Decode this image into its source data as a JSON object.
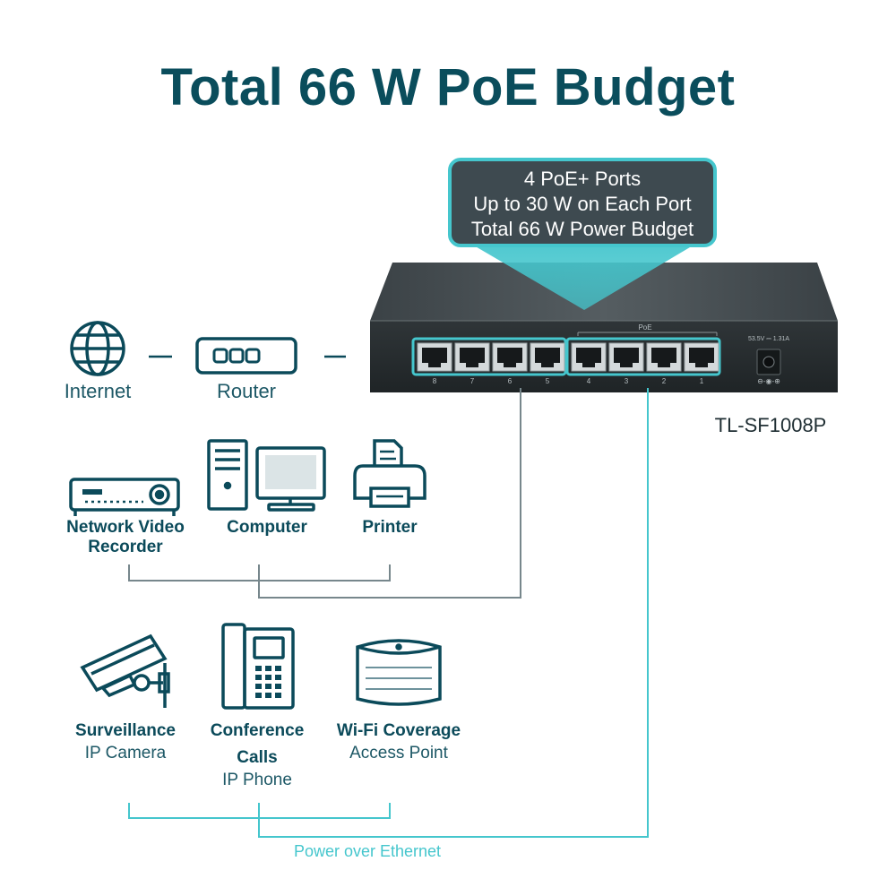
{
  "title": "Total 66 W PoE Budget",
  "callout": {
    "line1": "4 PoE+ Ports",
    "line2": "Up to 30 W on Each Port",
    "line3": "Total 66 W Power Budget"
  },
  "switch": {
    "model": "TL-SF1008P",
    "poe_label": "PoE",
    "power_label": "53.5V ⎓ 1.31A",
    "power_symbol": "⊖-◉-⊕",
    "ports": [
      "8",
      "7",
      "6",
      "5",
      "4",
      "3",
      "2",
      "1"
    ]
  },
  "network": {
    "internet": "Internet",
    "router": "Router"
  },
  "devices_standard": {
    "nvr_line1": "Network Video",
    "nvr_line2": "Recorder",
    "computer": "Computer",
    "printer": "Printer"
  },
  "devices_poe": {
    "camera_line1": "Surveillance",
    "camera_line2": "IP Camera",
    "phone_line1": "Conference",
    "phone_line2": "Calls",
    "phone_line3": "IP Phone",
    "ap_line1": "Wi-Fi Coverage",
    "ap_line2": "Access Point"
  },
  "poe_caption": "Power over Ethernet",
  "colors": {
    "title": "#0a4d5c",
    "accent": "#45c6cd",
    "line_gray": "#77878c",
    "callout_bg": "#3e4a50",
    "switch_body": "#2b3134"
  }
}
